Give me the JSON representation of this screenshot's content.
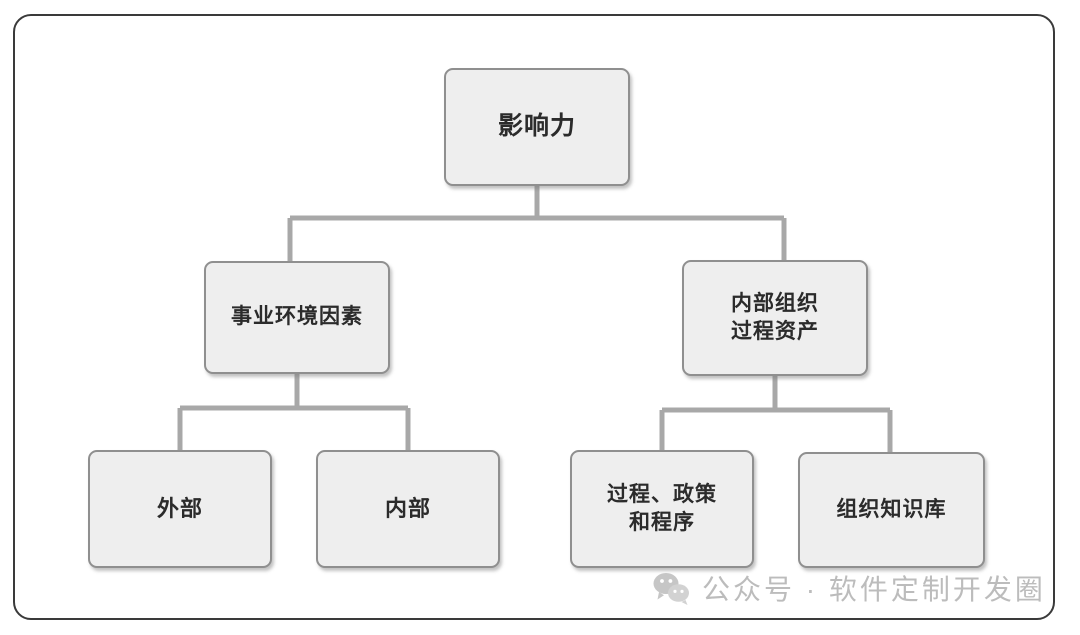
{
  "diagram": {
    "type": "hierarchy-tree",
    "frame": {
      "border_color": "#3a3a3a",
      "background": "#ffffff"
    },
    "node_style": {
      "fill": "#eeeeee",
      "border": "#8f8f8f",
      "text": "#2b2b2b"
    },
    "connector_color": "#a8a8a8",
    "nodes": {
      "root": {
        "label": "影响力",
        "level": 1
      },
      "eef": {
        "label": "事业环境因素",
        "level": 2
      },
      "opa": {
        "label": "内部组织\n过程资产",
        "level": 2
      },
      "external": {
        "label": "外部",
        "level": 3
      },
      "internal": {
        "label": "内部",
        "level": 3
      },
      "processes": {
        "label": "过程、政策\n和程序",
        "level": 3
      },
      "knowledge": {
        "label": "组织知识库",
        "level": 3
      }
    },
    "edges": [
      {
        "from": "root",
        "to": "eef"
      },
      {
        "from": "root",
        "to": "opa"
      },
      {
        "from": "eef",
        "to": "external"
      },
      {
        "from": "eef",
        "to": "internal"
      },
      {
        "from": "opa",
        "to": "processes"
      },
      {
        "from": "opa",
        "to": "knowledge"
      }
    ]
  },
  "watermark": {
    "icon": "wechat-icon",
    "text": "公众号 · 软件定制开发圈",
    "color": "#bcbcbc"
  }
}
